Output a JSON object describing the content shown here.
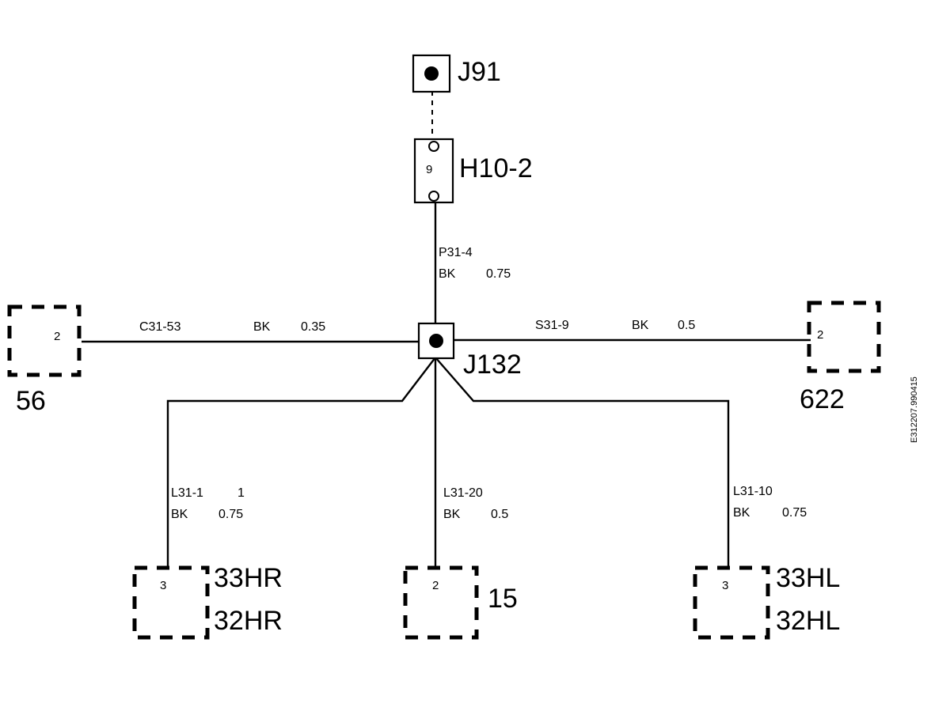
{
  "connectors": {
    "j91": {
      "name": "J91"
    },
    "h10_2": {
      "name": "H10-2",
      "pin": "9"
    },
    "j132": {
      "name": "J132"
    },
    "c56": {
      "name": "56",
      "pin": "2"
    },
    "c622": {
      "name": "622",
      "pin": "2"
    },
    "c33hr": {
      "name": "33HR",
      "name2": "32HR",
      "pin": "3"
    },
    "c15": {
      "name": "15",
      "pin": "2"
    },
    "c33hl": {
      "name": "33HL",
      "name2": "32HL",
      "pin": "3"
    }
  },
  "wires": {
    "p31_4": {
      "id": "P31-4",
      "color": "BK",
      "size": "0.75"
    },
    "c31_53": {
      "id": "C31-53",
      "color": "BK",
      "size": "0.35"
    },
    "s31_9": {
      "id": "S31-9",
      "color": "BK",
      "size": "0.5"
    },
    "l31_1": {
      "id": "L31-1",
      "extra": "1",
      "color": "BK",
      "size": "0.75"
    },
    "l31_20": {
      "id": "L31-20",
      "color": "BK",
      "size": "0.5"
    },
    "l31_10": {
      "id": "L31-10",
      "color": "BK",
      "size": "0.75"
    }
  },
  "reference": "E312207.990415"
}
